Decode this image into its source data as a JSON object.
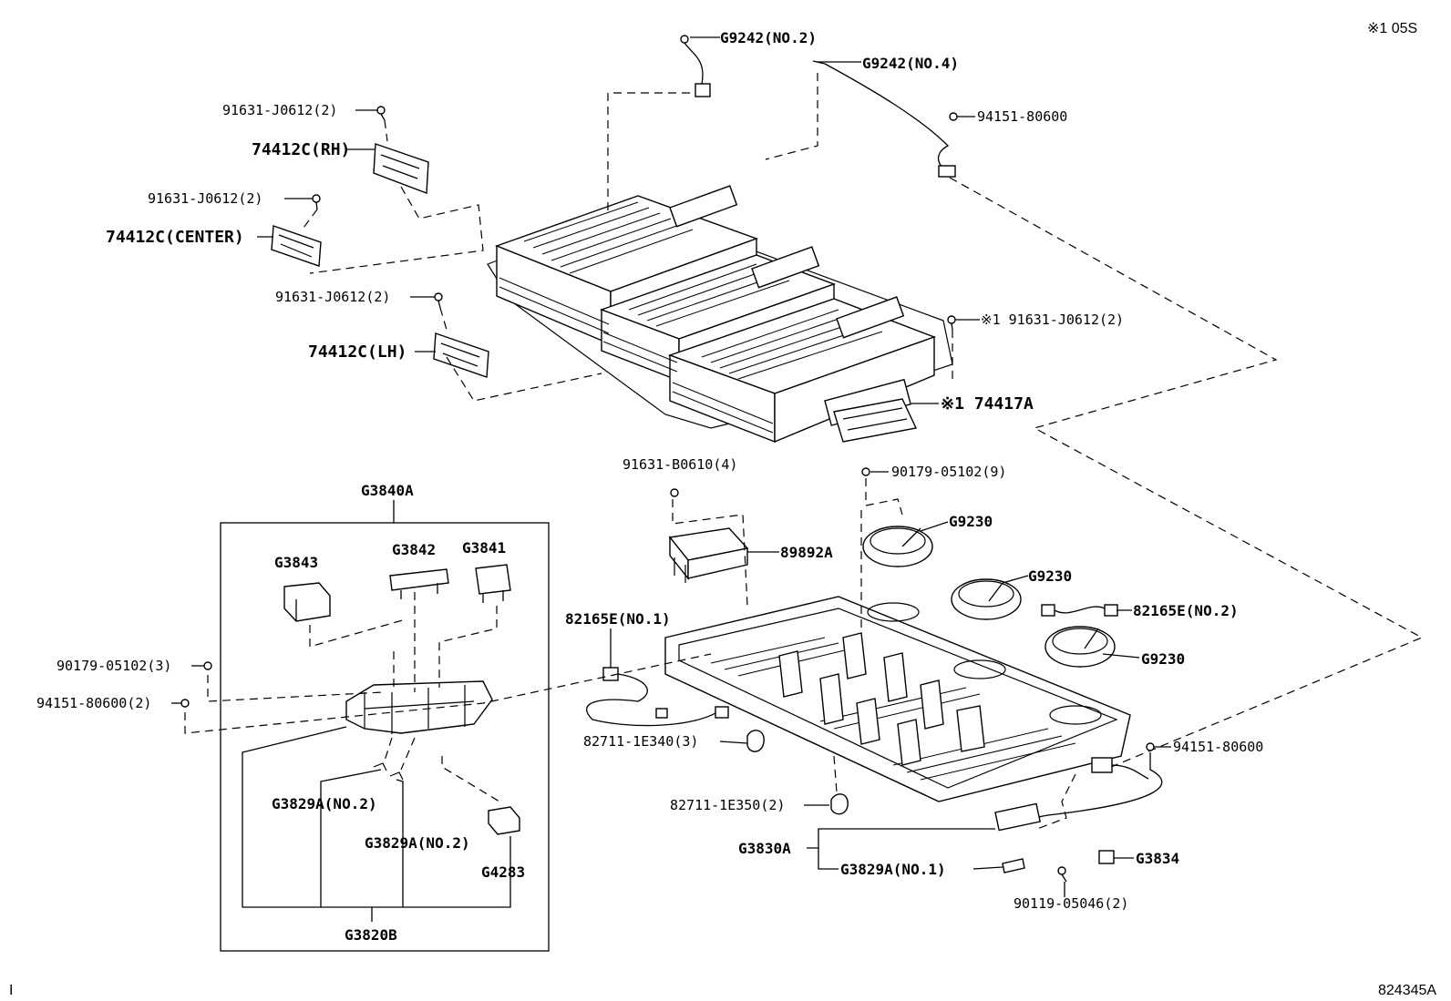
{
  "corner_code": "※1 05S",
  "figure_id": "824345A",
  "page_marker": "I",
  "labels": {
    "g9242_no2": "G9242(NO.2)",
    "g9242_no4": "G9242(NO.4)",
    "p94151_top": "94151-80600",
    "p91631_j0612_a": "91631-J0612(2)",
    "c74412_rh": "74412C(RH)",
    "p91631_j0612_b": "91631-J0612(2)",
    "c74412_center": "74412C(CENTER)",
    "p91631_j0612_c": "91631-J0612(2)",
    "c74412_lh": "74412C(LH)",
    "p91631_j0612_d": "※1 91631-J0612(2)",
    "c74417a": "※1 74417A",
    "p91631_b0610": "91631-B0610(4)",
    "p90179_9": "90179-05102(9)",
    "g9230_a": "G9230",
    "g9230_b": "G9230",
    "g9230_c": "G9230",
    "c89892a": "89892A",
    "c82165e_no2": "82165E(NO.2)",
    "c82165e_no1": "82165E(NO.1)",
    "g3840a": "G3840A",
    "g3843": "G3843",
    "g3842": "G3842",
    "g3841": "G3841",
    "p90179_3": "90179-05102(3)",
    "p94151_2": "94151-80600(2)",
    "p82711_1e340": "82711-1E340(3)",
    "p82711_1e350": "82711-1E350(2)",
    "p94151_right": "94151-80600",
    "g3830a": "G3830A",
    "g3829a_no1": "G3829A(NO.1)",
    "g3834": "G3834",
    "p90119": "90119-05046(2)",
    "g3829a_no2_a": "G3829A(NO.2)",
    "g3829a_no2_b": "G3829A(NO.2)",
    "g4283": "G4283",
    "g3820b": "G3820B"
  }
}
